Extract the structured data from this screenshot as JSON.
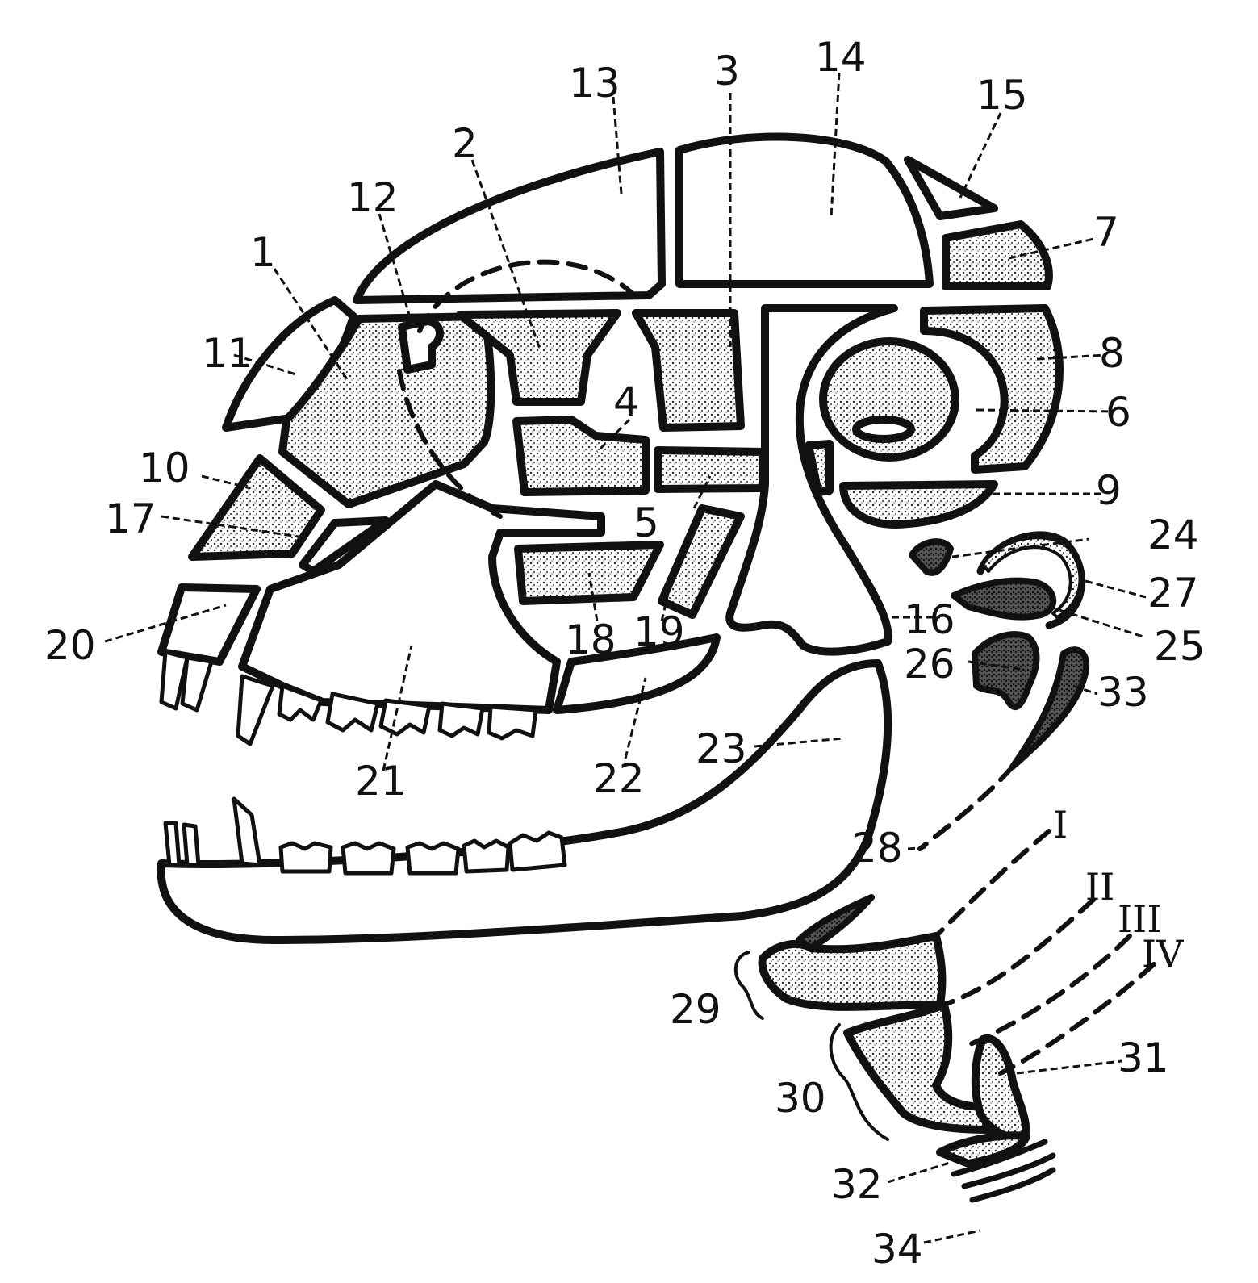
{
  "labels": {
    "l1": "1",
    "l2": "2",
    "l3": "3",
    "l4": "4",
    "l5": "5",
    "l6": "6",
    "l7": "7",
    "l8": "8",
    "l9": "9",
    "l10": "10",
    "l11": "11",
    "l12": "12",
    "l13": "13",
    "l14": "14",
    "l15": "15",
    "l16": "16",
    "l17": "17",
    "l18": "18",
    "l19": "19",
    "l20": "20",
    "l21": "21",
    "l22": "22",
    "l23": "23",
    "l24": "24",
    "l25": "25",
    "l26": "26",
    "l27": "27",
    "l28": "28",
    "l29": "29",
    "l30": "30",
    "l31": "31",
    "l32": "32",
    "l33": "33",
    "l34": "34"
  },
  "arches": {
    "a1": "I",
    "a2": "II",
    "a3": "III",
    "a4": "IV"
  }
}
